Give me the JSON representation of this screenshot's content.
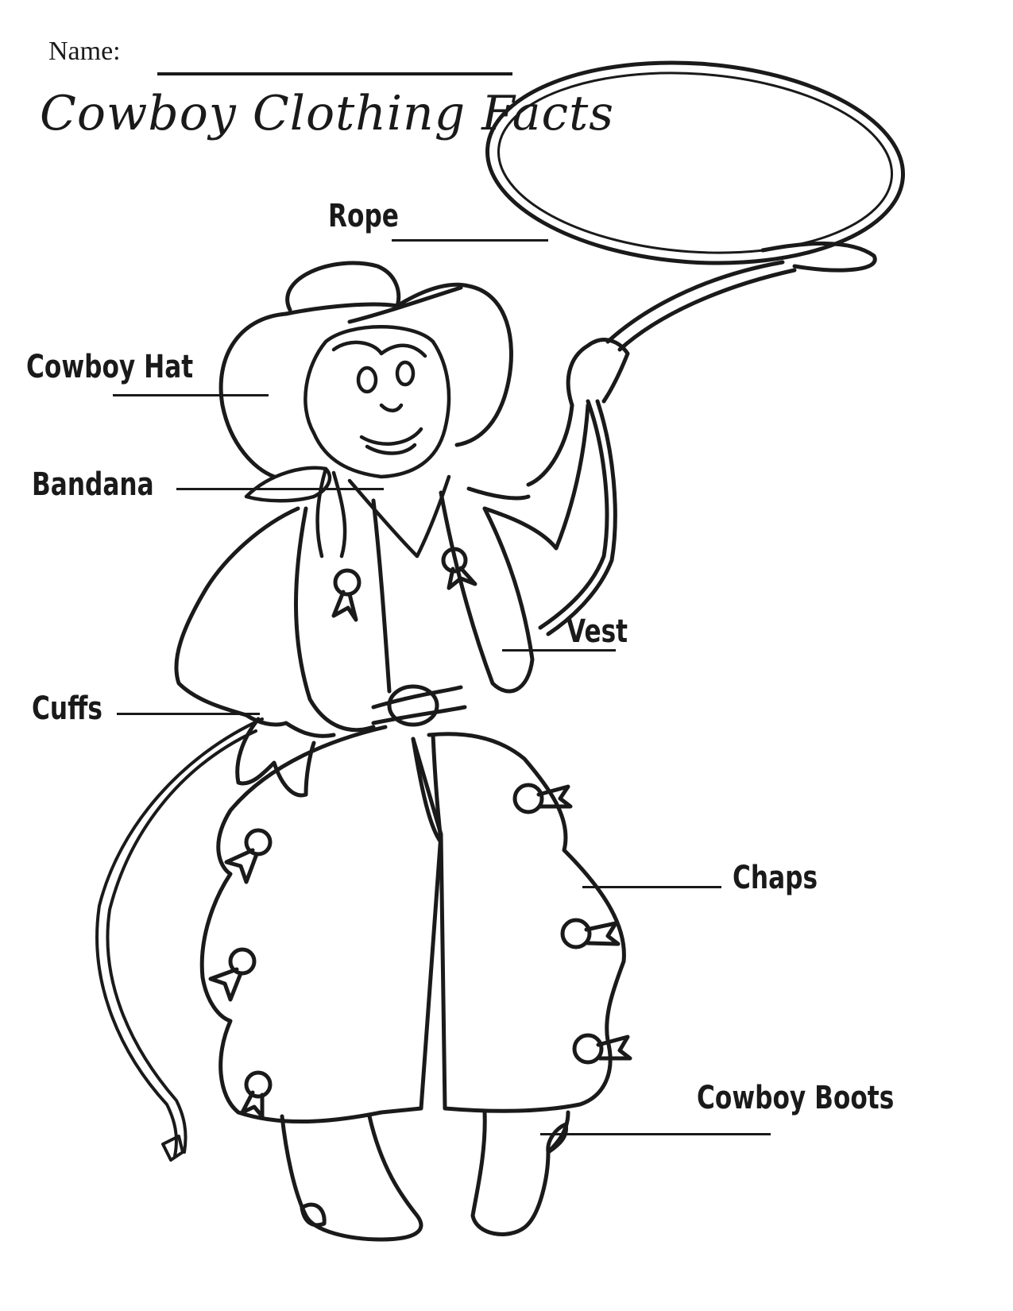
{
  "worksheet": {
    "name_label": "Name:",
    "title": "Cowboy Clothing Facts"
  },
  "labels": [
    {
      "id": "rope",
      "text": "Rope"
    },
    {
      "id": "cowboy-hat",
      "text": "Cowboy Hat"
    },
    {
      "id": "bandana",
      "text": "Bandana"
    },
    {
      "id": "vest",
      "text": "Vest"
    },
    {
      "id": "cuffs",
      "text": "Cuffs"
    },
    {
      "id": "chaps",
      "text": "Chaps"
    },
    {
      "id": "cowboy-boots",
      "text": "Cowboy Boots"
    }
  ],
  "illustration": {
    "subject": "cowboy-boy-with-lasso",
    "line_color": "#1a1a1a",
    "fill_color": "#ffffff"
  }
}
